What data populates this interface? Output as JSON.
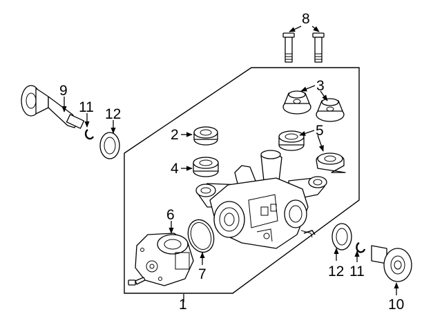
{
  "callouts": {
    "c1": "1",
    "c2": "2",
    "c3": "3",
    "c4": "4",
    "c5": "5",
    "c6": "6",
    "c7": "7",
    "c8": "8",
    "c9": "9",
    "c10": "10",
    "c11a": "11",
    "c11b": "11",
    "c12a": "12",
    "c12b": "12"
  }
}
